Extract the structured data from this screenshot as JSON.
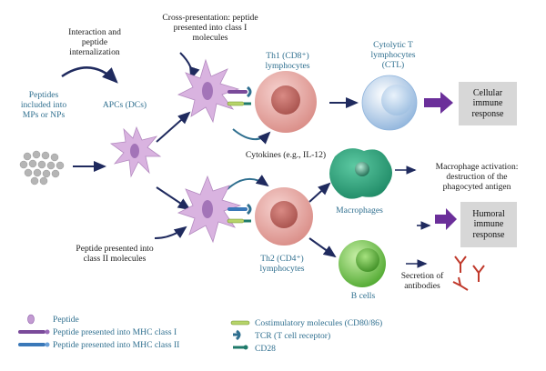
{
  "labels": {
    "interaction": "Interaction and\npeptide\ninternalization",
    "peptides_included": "Peptides\nincluded into\nMPs or NPs",
    "apcs": "APCs (DCs)",
    "cross_presentation": "Cross-presentation: peptide\npresented into class I\nmolecules",
    "th1": "Th1 (CD8⁺)\nlymphocytes",
    "ctl": "Cytolytic T\nlymphocytes\n(CTL)",
    "cellular_response": "Cellular\nimmune\nresponse",
    "cytokines": "Cytokines (e.g., IL-12)",
    "macrophage_activation": "Macrophage activation:\ndestruction of the\nphagocyted antigen",
    "macrophages": "Macrophages",
    "humoral_response": "Humoral\nimmune\nresponse",
    "class2_presented": "Peptide presented into\nclass II molecules",
    "th2": "Th2 (CD4⁺)\nlymphocytes",
    "b_cells": "B cells",
    "secretion": "Secretion of\nantibodies"
  },
  "legend": {
    "peptide": "Peptide",
    "mhc1": "Peptide presented into MHC class I",
    "mhc2": "Peptide presented into MHC class II",
    "costim": "Costimulatory molecules (CD80/86)",
    "tcr": "TCR (T cell receptor)",
    "cd28": "CD28"
  },
  "colors": {
    "dc_body": "#d9b3e0",
    "dc_nucleus": "#a374b8",
    "lymphocyte": "#e8a8a3",
    "ctl": "#c6dbf0",
    "macrophage": "#3fae8a",
    "b_cell": "#7fcf55",
    "arrow": "#1f2a5e",
    "response_arrow": "#6b2f9a",
    "box": "#d7d7d7",
    "label_teal": "#2f6f8f",
    "antibody": "#c0392b"
  }
}
